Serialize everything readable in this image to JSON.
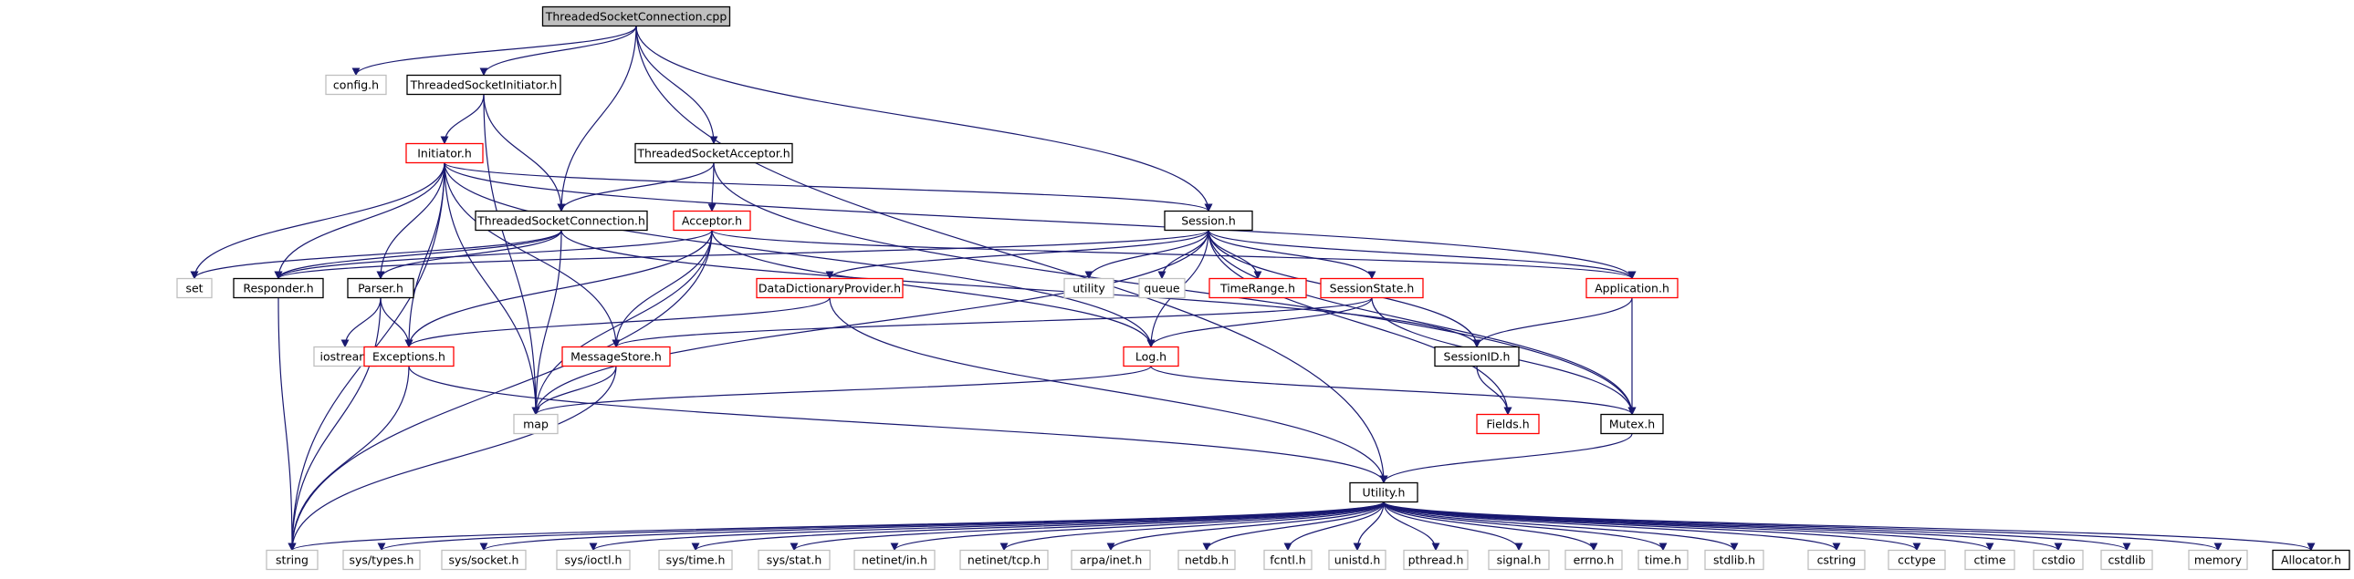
{
  "colors": {
    "edge": "#191970",
    "root_fill": "#bfbfbf",
    "documented_border": "#000000",
    "truncated_border": "#ff0000",
    "external_border": "#bfbfbf",
    "external_text": "#404040",
    "background": "#ffffff"
  },
  "graph": {
    "nodes": [
      {
        "id": "root",
        "label": "ThreadedSocketConnection.cpp",
        "kind": "root"
      },
      {
        "id": "config",
        "label": "config.h",
        "kind": "external"
      },
      {
        "id": "tsi",
        "label": "ThreadedSocketInitiator.h",
        "kind": "documented"
      },
      {
        "id": "tsa",
        "label": "ThreadedSocketAcceptor.h",
        "kind": "documented"
      },
      {
        "id": "initiator",
        "label": "Initiator.h",
        "kind": "truncated"
      },
      {
        "id": "tsc",
        "label": "ThreadedSocketConnection.h",
        "kind": "documented"
      },
      {
        "id": "acceptor",
        "label": "Acceptor.h",
        "kind": "truncated"
      },
      {
        "id": "session",
        "label": "Session.h",
        "kind": "documented"
      },
      {
        "id": "set",
        "label": "set",
        "kind": "external"
      },
      {
        "id": "responder",
        "label": "Responder.h",
        "kind": "documented"
      },
      {
        "id": "parser",
        "label": "Parser.h",
        "kind": "documented"
      },
      {
        "id": "ddp",
        "label": "DataDictionaryProvider.h",
        "kind": "truncated"
      },
      {
        "id": "utility",
        "label": "utility",
        "kind": "external"
      },
      {
        "id": "queue",
        "label": "queue",
        "kind": "external"
      },
      {
        "id": "timerange",
        "label": "TimeRange.h",
        "kind": "truncated"
      },
      {
        "id": "sessionstate",
        "label": "SessionState.h",
        "kind": "truncated"
      },
      {
        "id": "application",
        "label": "Application.h",
        "kind": "truncated"
      },
      {
        "id": "iostream",
        "label": "iostream",
        "kind": "external"
      },
      {
        "id": "exceptions",
        "label": "Exceptions.h",
        "kind": "truncated"
      },
      {
        "id": "messagestore",
        "label": "MessageStore.h",
        "kind": "truncated"
      },
      {
        "id": "log",
        "label": "Log.h",
        "kind": "truncated"
      },
      {
        "id": "sessionid",
        "label": "SessionID.h",
        "kind": "documented"
      },
      {
        "id": "map",
        "label": "map",
        "kind": "external"
      },
      {
        "id": "fields",
        "label": "Fields.h",
        "kind": "truncated"
      },
      {
        "id": "mutex",
        "label": "Mutex.h",
        "kind": "documented"
      },
      {
        "id": "utilityh",
        "label": "Utility.h",
        "kind": "documented"
      },
      {
        "id": "string",
        "label": "string",
        "kind": "external"
      },
      {
        "id": "systypes",
        "label": "sys/types.h",
        "kind": "external"
      },
      {
        "id": "syssocket",
        "label": "sys/socket.h",
        "kind": "external"
      },
      {
        "id": "sysioctl",
        "label": "sys/ioctl.h",
        "kind": "external"
      },
      {
        "id": "systime",
        "label": "sys/time.h",
        "kind": "external"
      },
      {
        "id": "sysstat",
        "label": "sys/stat.h",
        "kind": "external"
      },
      {
        "id": "netinetin",
        "label": "netinet/in.h",
        "kind": "external"
      },
      {
        "id": "netinettcp",
        "label": "netinet/tcp.h",
        "kind": "external"
      },
      {
        "id": "arpainet",
        "label": "arpa/inet.h",
        "kind": "external"
      },
      {
        "id": "netdb",
        "label": "netdb.h",
        "kind": "external"
      },
      {
        "id": "fcntl",
        "label": "fcntl.h",
        "kind": "external"
      },
      {
        "id": "unistd",
        "label": "unistd.h",
        "kind": "external"
      },
      {
        "id": "pthread",
        "label": "pthread.h",
        "kind": "external"
      },
      {
        "id": "signal",
        "label": "signal.h",
        "kind": "external"
      },
      {
        "id": "errno",
        "label": "errno.h",
        "kind": "external"
      },
      {
        "id": "timeh",
        "label": "time.h",
        "kind": "external"
      },
      {
        "id": "stdlibh",
        "label": "stdlib.h",
        "kind": "external"
      },
      {
        "id": "cstring",
        "label": "cstring",
        "kind": "external"
      },
      {
        "id": "cctype",
        "label": "cctype",
        "kind": "external"
      },
      {
        "id": "ctime",
        "label": "ctime",
        "kind": "external"
      },
      {
        "id": "cstdio",
        "label": "cstdio",
        "kind": "external"
      },
      {
        "id": "cstdlib",
        "label": "cstdlib",
        "kind": "external"
      },
      {
        "id": "memory",
        "label": "memory",
        "kind": "external"
      },
      {
        "id": "allocator",
        "label": "Allocator.h",
        "kind": "documented"
      }
    ],
    "edges": [
      [
        "root",
        "config"
      ],
      [
        "root",
        "tsi"
      ],
      [
        "root",
        "tsa"
      ],
      [
        "root",
        "tsc"
      ],
      [
        "root",
        "session"
      ],
      [
        "root",
        "utilityh"
      ],
      [
        "tsi",
        "initiator"
      ],
      [
        "tsi",
        "tsc"
      ],
      [
        "tsi",
        "map"
      ],
      [
        "tsa",
        "acceptor"
      ],
      [
        "tsa",
        "tsc"
      ],
      [
        "tsa",
        "mutex"
      ],
      [
        "initiator",
        "set"
      ],
      [
        "initiator",
        "responder"
      ],
      [
        "initiator",
        "parser"
      ],
      [
        "initiator",
        "exceptions"
      ],
      [
        "initiator",
        "session"
      ],
      [
        "initiator",
        "application"
      ],
      [
        "initiator",
        "messagestore"
      ],
      [
        "initiator",
        "log"
      ],
      [
        "initiator",
        "map"
      ],
      [
        "initiator",
        "string"
      ],
      [
        "tsc",
        "set"
      ],
      [
        "tsc",
        "responder"
      ],
      [
        "tsc",
        "parser"
      ],
      [
        "tsc",
        "sessionid"
      ],
      [
        "tsc",
        "map"
      ],
      [
        "acceptor",
        "responder"
      ],
      [
        "acceptor",
        "exceptions"
      ],
      [
        "acceptor",
        "messagestore"
      ],
      [
        "acceptor",
        "log"
      ],
      [
        "acceptor",
        "application"
      ],
      [
        "acceptor",
        "map"
      ],
      [
        "acceptor",
        "string"
      ],
      [
        "session",
        "responder"
      ],
      [
        "session",
        "ddp"
      ],
      [
        "session",
        "utility"
      ],
      [
        "session",
        "queue"
      ],
      [
        "session",
        "timerange"
      ],
      [
        "session",
        "sessionstate"
      ],
      [
        "session",
        "application"
      ],
      [
        "session",
        "sessionid"
      ],
      [
        "session",
        "log"
      ],
      [
        "session",
        "fields"
      ],
      [
        "session",
        "mutex"
      ],
      [
        "session",
        "map"
      ],
      [
        "responder",
        "string"
      ],
      [
        "parser",
        "iostream"
      ],
      [
        "parser",
        "exceptions"
      ],
      [
        "parser",
        "string"
      ],
      [
        "ddp",
        "exceptions"
      ],
      [
        "ddp",
        "utilityh"
      ],
      [
        "sessionstate",
        "messagestore"
      ],
      [
        "sessionstate",
        "log"
      ],
      [
        "sessionstate",
        "mutex"
      ],
      [
        "application",
        "sessionid"
      ],
      [
        "application",
        "mutex"
      ],
      [
        "exceptions",
        "string"
      ],
      [
        "exceptions",
        "utilityh"
      ],
      [
        "messagestore",
        "map"
      ],
      [
        "messagestore",
        "string"
      ],
      [
        "log",
        "map"
      ],
      [
        "log",
        "mutex"
      ],
      [
        "sessionid",
        "fields"
      ],
      [
        "mutex",
        "utilityh"
      ],
      [
        "utilityh",
        "string"
      ],
      [
        "utilityh",
        "systypes"
      ],
      [
        "utilityh",
        "syssocket"
      ],
      [
        "utilityh",
        "sysioctl"
      ],
      [
        "utilityh",
        "systime"
      ],
      [
        "utilityh",
        "sysstat"
      ],
      [
        "utilityh",
        "netinetin"
      ],
      [
        "utilityh",
        "netinettcp"
      ],
      [
        "utilityh",
        "arpainet"
      ],
      [
        "utilityh",
        "netdb"
      ],
      [
        "utilityh",
        "fcntl"
      ],
      [
        "utilityh",
        "unistd"
      ],
      [
        "utilityh",
        "pthread"
      ],
      [
        "utilityh",
        "signal"
      ],
      [
        "utilityh",
        "errno"
      ],
      [
        "utilityh",
        "timeh"
      ],
      [
        "utilityh",
        "stdlibh"
      ],
      [
        "utilityh",
        "cstring"
      ],
      [
        "utilityh",
        "cctype"
      ],
      [
        "utilityh",
        "ctime"
      ],
      [
        "utilityh",
        "cstdio"
      ],
      [
        "utilityh",
        "cstdlib"
      ],
      [
        "utilityh",
        "memory"
      ],
      [
        "utilityh",
        "allocator"
      ]
    ]
  }
}
